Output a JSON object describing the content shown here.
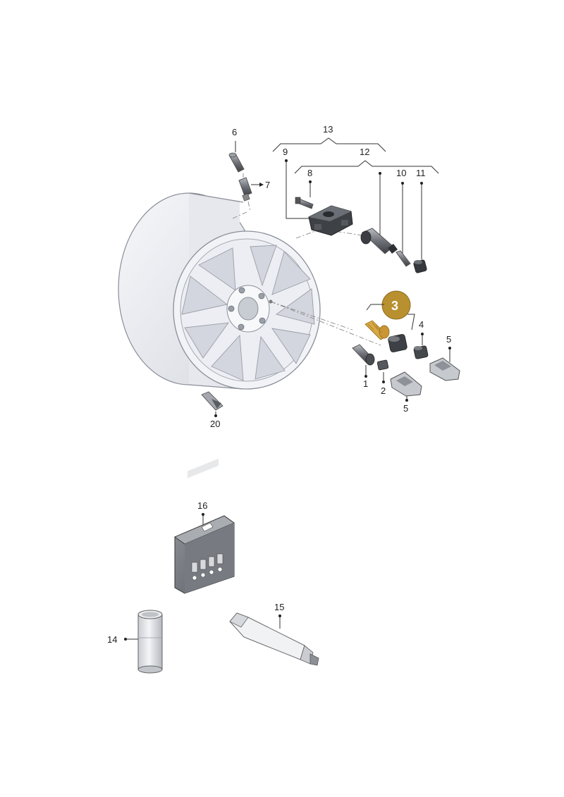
{
  "callouts": {
    "c1": "1",
    "c2": "2",
    "c3": "3",
    "c4": "4",
    "c5a": "5",
    "c5b": "5",
    "c6": "6",
    "c7": "7",
    "c8": "8",
    "c9": "9",
    "c10": "10",
    "c11": "11",
    "c12": "12",
    "c13": "13",
    "c14": "14",
    "c15": "15",
    "c16": "16",
    "c20": "20"
  },
  "colors": {
    "highlight": "#b8902f",
    "highlight_part": "#d9a845",
    "wheel_fill": "#eceef3",
    "wheel_stroke": "#8a8f99",
    "part_dark": "#4a4d52",
    "part_mid": "#9da2a8"
  },
  "highlighted_callout": "3"
}
